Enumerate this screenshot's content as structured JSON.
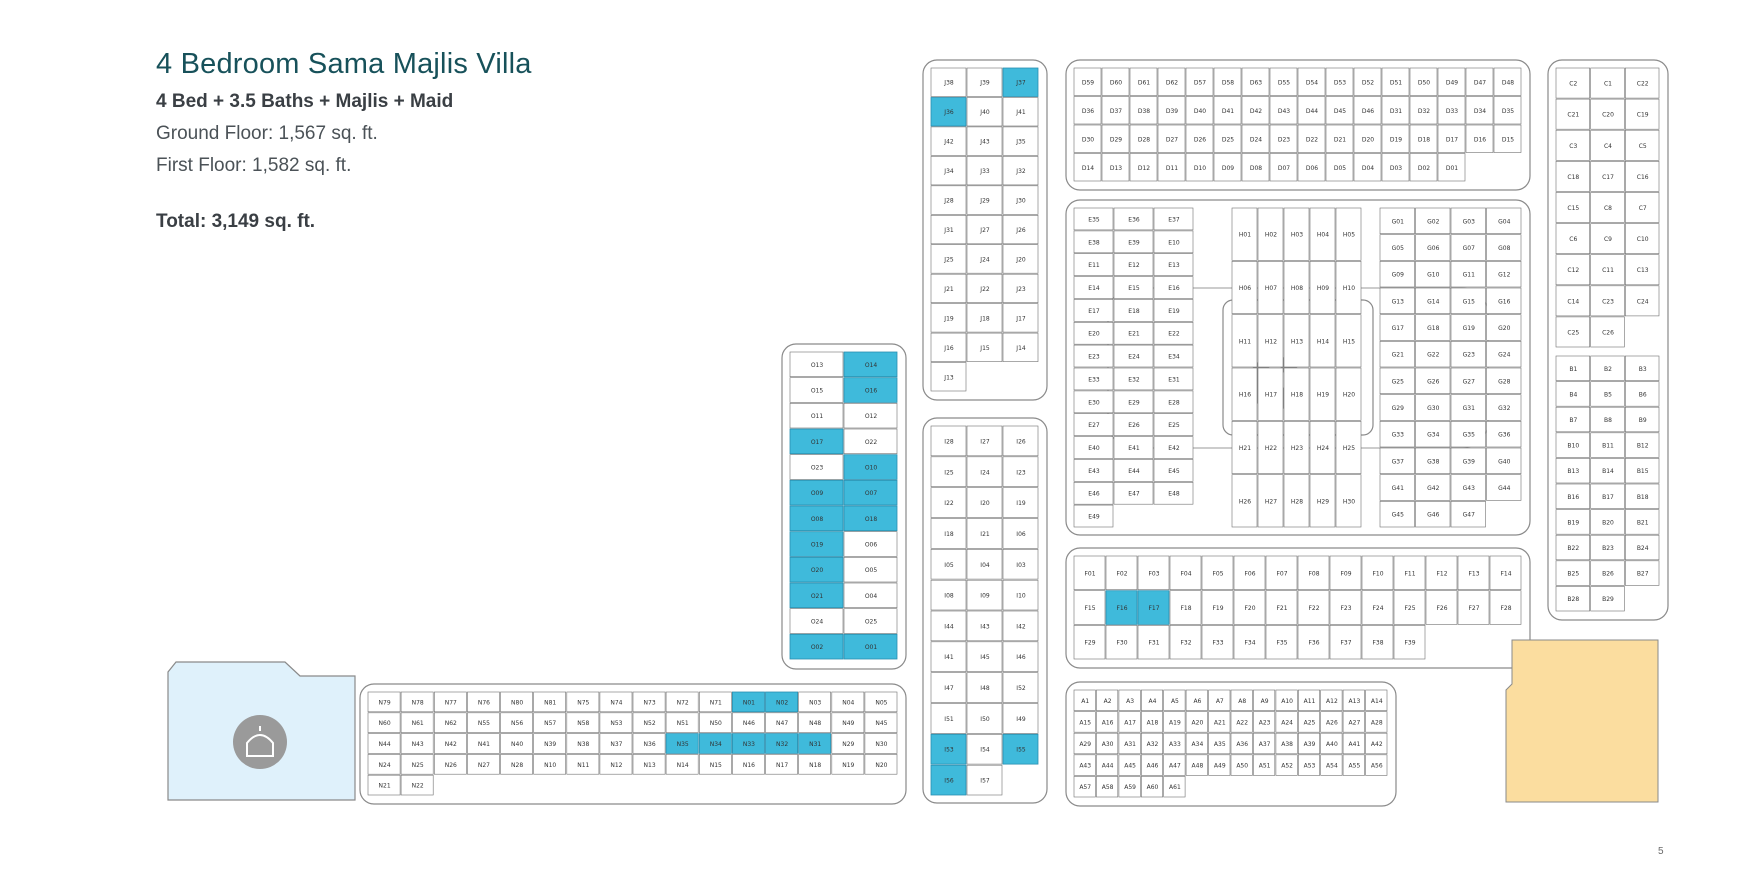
{
  "header": {
    "title": "4 Bedroom Sama Majlis Villa",
    "subtitle": "4 Bed + 3.5 Baths + Majlis + Maid",
    "ground_floor": "Ground Floor: 1,567 sq. ft.",
    "first_floor": "First Floor: 1,582 sq. ft.",
    "total": "Total: 3,149 sq. ft."
  },
  "page_number": "5",
  "colors": {
    "highlight": "#3fbadb",
    "park": "#fbdd9f",
    "mosque_area": "#dff1fb",
    "outline": "#8a8a8a",
    "icon": "#9a9a9a"
  },
  "icons": [
    "tree-icon",
    "mosque-icon"
  ],
  "map": {
    "labels": {
      "O": [
        "O13",
        "O14",
        "O15",
        "O16",
        "O11",
        "O12",
        "O17",
        "O22",
        "O23",
        "O10",
        "O09",
        "O07",
        "O08",
        "O18",
        "O19",
        "O06",
        "O20",
        "O05",
        "O21",
        "O04",
        "O24",
        "O25",
        "O02",
        "O01"
      ],
      "J": [
        "J38",
        "J39",
        "J37",
        "J36",
        "J40",
        "J41",
        "J42",
        "J43",
        "J35",
        "J34",
        "J33",
        "J32",
        "J28",
        "J29",
        "J30",
        "J31",
        "J27",
        "J26",
        "J25",
        "J24",
        "J20",
        "J21",
        "J22",
        "J23",
        "J19",
        "J18",
        "J17",
        "J16",
        "J15",
        "J14",
        "J13"
      ],
      "I": [
        "I28",
        "I27",
        "I26",
        "I25",
        "I24",
        "I23",
        "I22",
        "I20",
        "I19",
        "I18",
        "I21",
        "I06",
        "I05",
        "I04",
        "I03",
        "I08",
        "I09",
        "I10",
        "I44",
        "I43",
        "I42",
        "I41",
        "I45",
        "I46",
        "I47",
        "I48",
        "I52",
        "I51",
        "I50",
        "I49",
        "I53",
        "I54",
        "I55",
        "I56",
        "I57"
      ],
      "N": [
        "N79",
        "N78",
        "N77",
        "N76",
        "N80",
        "N81",
        "N75",
        "N74",
        "N73",
        "N72",
        "N71",
        "N01",
        "N02",
        "N03",
        "N04",
        "N05",
        "N60",
        "N61",
        "N62",
        "N55",
        "N56",
        "N57",
        "N58",
        "N53",
        "N52",
        "N51",
        "N50",
        "N46",
        "N47",
        "N48",
        "N49",
        "N45",
        "N44",
        "N43",
        "N42",
        "N41",
        "N40",
        "N39",
        "N38",
        "N37",
        "N36",
        "N35",
        "N34",
        "N33",
        "N32",
        "N31",
        "N29",
        "N30",
        "N24",
        "N25",
        "N26",
        "N27",
        "N28",
        "N10",
        "N11",
        "N12",
        "N13",
        "N14",
        "N15",
        "N16",
        "N17",
        "N18",
        "N19",
        "N20",
        "N21",
        "N22"
      ],
      "D": [
        "D59",
        "D60",
        "D61",
        "D62",
        "D57",
        "D58",
        "D63",
        "D55",
        "D54",
        "D53",
        "D52",
        "D51",
        "D50",
        "D49",
        "D47",
        "D48",
        "D36",
        "D37",
        "D38",
        "D39",
        "D40",
        "D41",
        "D42",
        "D43",
        "D44",
        "D45",
        "D46",
        "D31",
        "D32",
        "D33",
        "D34",
        "D35",
        "D30",
        "D29",
        "D28",
        "D27",
        "D26",
        "D25",
        "D24",
        "D23",
        "D22",
        "D21",
        "D20",
        "D19",
        "D18",
        "D17",
        "D16",
        "D15",
        "D14",
        "D13",
        "D12",
        "D11",
        "D10",
        "D09",
        "D08",
        "D07",
        "D06",
        "D05",
        "D04",
        "D03",
        "D02",
        "D01"
      ],
      "C": [
        "C2",
        "C1",
        "C22",
        "C21",
        "C20",
        "C19",
        "C3",
        "C4",
        "C5",
        "C18",
        "C17",
        "C16",
        "C15",
        "C8",
        "C7",
        "C6",
        "C9",
        "C10",
        "C12",
        "C11",
        "C13",
        "C14",
        "C23",
        "C24",
        "C25",
        "C26"
      ],
      "E": [
        "E35",
        "E36",
        "E37",
        "E38",
        "E39",
        "E10",
        "E11",
        "E12",
        "E13",
        "E14",
        "E15",
        "E16",
        "E17",
        "E18",
        "E19",
        "E20",
        "E21",
        "E22",
        "E23",
        "E24",
        "E34",
        "E33",
        "E32",
        "E31",
        "E30",
        "E29",
        "E28",
        "E27",
        "E26",
        "E25",
        "E40",
        "E41",
        "E42",
        "E43",
        "E44",
        "E45",
        "E46",
        "E47",
        "E48",
        "E49"
      ],
      "H": [
        "H01",
        "H02",
        "H03",
        "H04",
        "H05",
        "H06",
        "H07",
        "H08",
        "H09",
        "H10",
        "H11",
        "H12",
        "H13",
        "H14",
        "H15",
        "H16",
        "H17",
        "H18",
        "H19",
        "H20",
        "H21",
        "H22",
        "H23",
        "H24",
        "H25",
        "H26",
        "H27",
        "H28",
        "H29",
        "H30"
      ],
      "G": [
        "G01",
        "G02",
        "G03",
        "G04",
        "G05",
        "G06",
        "G07",
        "G08",
        "G09",
        "G10",
        "G11",
        "G12",
        "G13",
        "G14",
        "G15",
        "G16",
        "G17",
        "G18",
        "G19",
        "G20",
        "G21",
        "G22",
        "G23",
        "G24",
        "G25",
        "G26",
        "G27",
        "G28",
        "G29",
        "G30",
        "G31",
        "G32",
        "G33",
        "G34",
        "G35",
        "G36",
        "G37",
        "G38",
        "G39",
        "G40",
        "G41",
        "G42",
        "G43",
        "G44",
        "G45",
        "G46",
        "G47"
      ],
      "B": [
        "B1",
        "B2",
        "B3",
        "B4",
        "B5",
        "B6",
        "B7",
        "B8",
        "B9",
        "B10",
        "B11",
        "B12",
        "B13",
        "B14",
        "B15",
        "B16",
        "B17",
        "B18",
        "B19",
        "B20",
        "B21",
        "B22",
        "B23",
        "B24",
        "B25",
        "B26",
        "B27",
        "B28",
        "B29"
      ],
      "F": [
        "F01",
        "F02",
        "F03",
        "F04",
        "F05",
        "F06",
        "F07",
        "F08",
        "F09",
        "F10",
        "F11",
        "F12",
        "F13",
        "F14",
        "F15",
        "F16",
        "F17",
        "F18",
        "F19",
        "F20",
        "F21",
        "F22",
        "F23",
        "F24",
        "F25",
        "F26",
        "F27",
        "F28",
        "F29",
        "F30",
        "F31",
        "F32",
        "F33",
        "F34",
        "F35",
        "F36",
        "F37",
        "F38",
        "F39"
      ],
      "A": [
        "A1",
        "A2",
        "A3",
        "A4",
        "A5",
        "A6",
        "A7",
        "A8",
        "A9",
        "A10",
        "A11",
        "A12",
        "A13",
        "A14",
        "A15",
        "A16",
        "A17",
        "A18",
        "A19",
        "A20",
        "A21",
        "A22",
        "A23",
        "A24",
        "A25",
        "A26",
        "A27",
        "A28",
        "A29",
        "A30",
        "A31",
        "A32",
        "A33",
        "A34",
        "A35",
        "A36",
        "A37",
        "A38",
        "A39",
        "A40",
        "A41",
        "A42",
        "A43",
        "A44",
        "A45",
        "A46",
        "A47",
        "A48",
        "A49",
        "A50",
        "A51",
        "A52",
        "A53",
        "A54",
        "A55",
        "A56",
        "A57",
        "A58",
        "A59",
        "A60",
        "A61"
      ]
    },
    "highlighted": [
      "O14",
      "O16",
      "O17",
      "O10",
      "O09",
      "O07",
      "O08",
      "O18",
      "O19",
      "O20",
      "O21",
      "O02",
      "O01",
      "J37",
      "J36",
      "I53",
      "I56",
      "I55",
      "N01",
      "N02",
      "N34",
      "N35",
      "N33",
      "N32",
      "N31",
      "F16",
      "F17"
    ]
  }
}
